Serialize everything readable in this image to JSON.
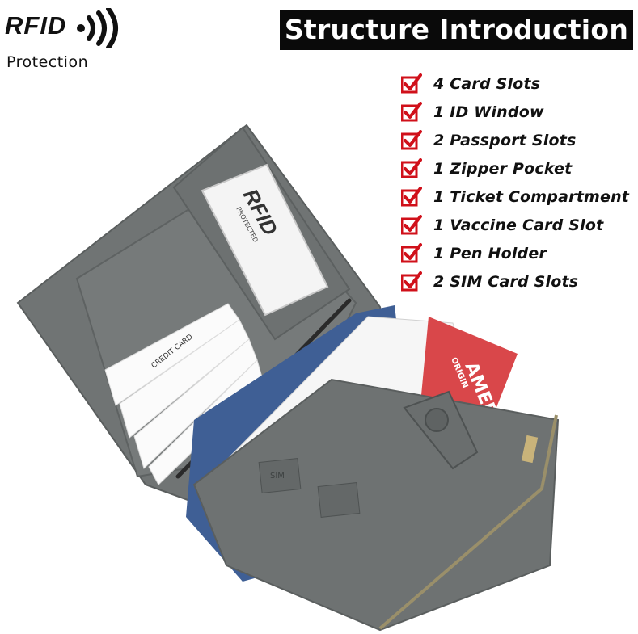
{
  "badge": {
    "logo_text": "RFID",
    "subtitle": "Protection"
  },
  "header": {
    "title": "Structure Introduction"
  },
  "features": [
    {
      "label": "4 Card Slots"
    },
    {
      "label": "1 ID Window"
    },
    {
      "label": "2 Passport Slots"
    },
    {
      "label": "1 Zipper Pocket"
    },
    {
      "label": "1 Ticket Compartment"
    },
    {
      "label": "1 Vaccine Card Slot"
    },
    {
      "label": "1 Pen Holder"
    },
    {
      "label": "2 SIM Card Slots"
    }
  ],
  "product": {
    "id_window_logo": "RFID",
    "id_window_sub": "PROTECTED",
    "card_label": "CREDIT CARD",
    "sim_label": "SIM",
    "boarding_pass_text": "AMER",
    "ticket_text": "ORIGIN"
  },
  "colors": {
    "check": "#d0101a",
    "leather": "#6f7373",
    "title_bg": "#0a0a0a",
    "passport": "#3f5f95"
  }
}
